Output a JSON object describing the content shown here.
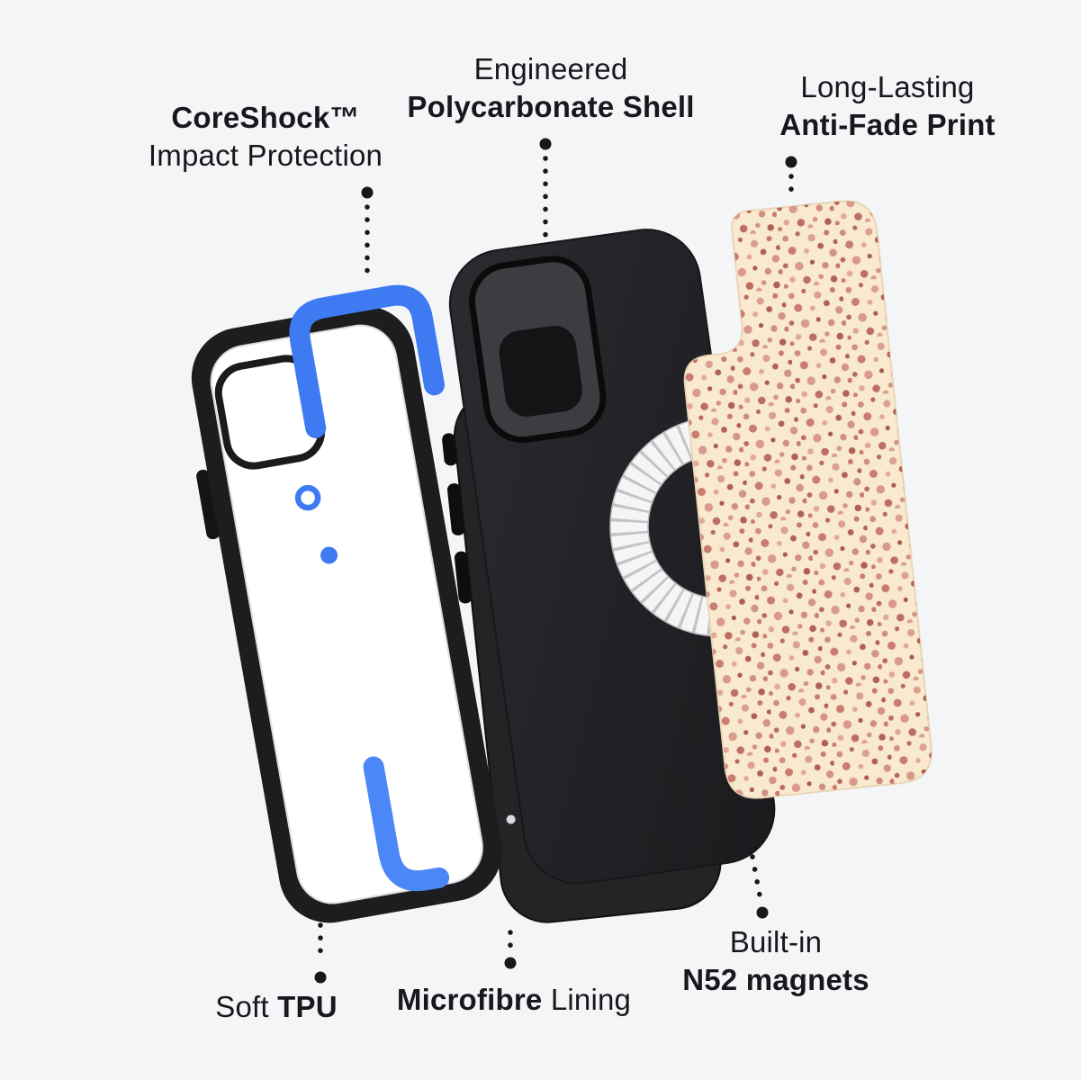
{
  "callouts": {
    "coreshock": {
      "title": "CoreShock™",
      "subtitle": "Impact Protection"
    },
    "shell": {
      "eyebrow": "Engineered",
      "title": "Polycarbonate Shell"
    },
    "print": {
      "eyebrow": "Long-Lasting",
      "title": "Anti-Fade Print"
    },
    "tpu": {
      "prefix": "Soft",
      "title": "TPU"
    },
    "lining": {
      "title": "Microfibre",
      "suffix": "Lining"
    },
    "magnets": {
      "eyebrow": "Built-in",
      "title": "N52 magnets"
    }
  },
  "colors": {
    "background": "#f4f5f7",
    "text": "#17181c",
    "connector": "#17181a",
    "accent_blue": "#3e7bf2",
    "accent_blue_light": "#4b87f7",
    "case_black": "#1d1d1f",
    "shell_black": "#232327",
    "lining_dark": "#242427",
    "print_cream": "#f9e9cf",
    "ring_white": "#f5f5f6",
    "ring_tick": "#c3c3c8",
    "print_dot_palette": [
      "#cf8d84",
      "#b96a5f",
      "#dca093",
      "#c77a6e",
      "#e0a89a",
      "#b06054",
      "#d39488",
      "#c97d70",
      "#a85a50",
      "#bd6e62"
    ]
  }
}
